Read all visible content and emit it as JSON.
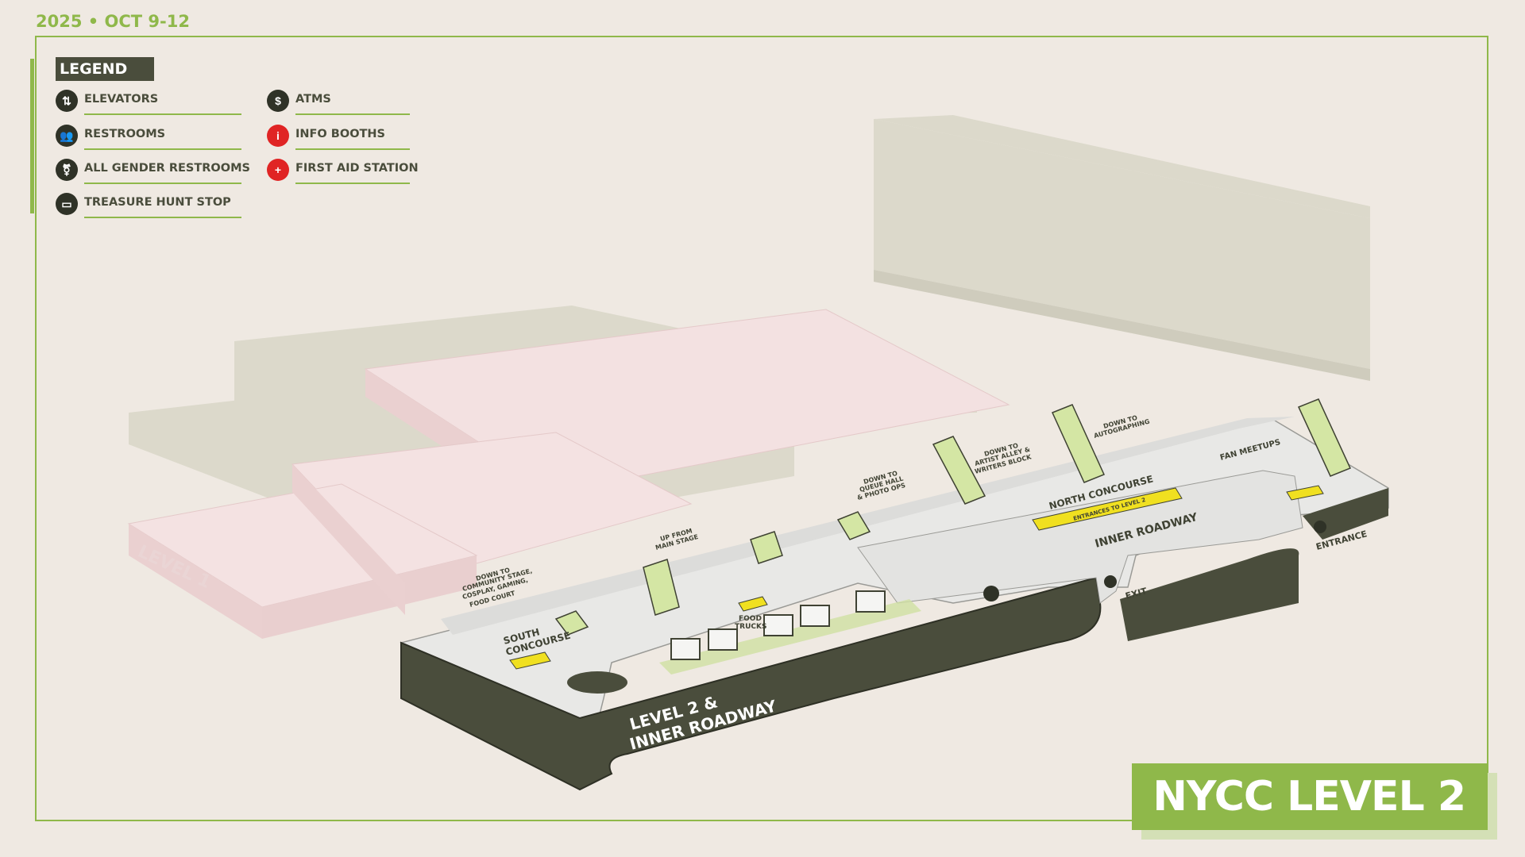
{
  "header": {
    "date": "2025 • OCT 9-12"
  },
  "legend": {
    "title": "LEGEND",
    "items": [
      {
        "label": "ELEVATORS",
        "icon": "elevator-icon",
        "color": "#2f3227"
      },
      {
        "label": "RESTROOMS",
        "icon": "restroom-icon",
        "color": "#2f3227"
      },
      {
        "label": "ALL GENDER RESTROOMS",
        "icon": "all-gender-restroom-icon",
        "color": "#2f3227"
      },
      {
        "label": "TREASURE HUNT STOP",
        "icon": "treasure-hunt-icon",
        "color": "#2f3227"
      },
      {
        "label": "ATMS",
        "icon": "atm-icon",
        "color": "#2f3227"
      },
      {
        "label": "INFO BOOTHS",
        "icon": "info-icon",
        "color": "#e02424"
      },
      {
        "label": "FIRST AID STATION",
        "icon": "first-aid-icon",
        "color": "#e02424"
      }
    ]
  },
  "map": {
    "level1_label": "LEVEL 1",
    "level2_label_line1": "LEVEL 2 &",
    "level2_label_line2": "INNER ROADWAY",
    "south_concourse_line1": "SOUTH",
    "south_concourse_line2": "CONCOURSE",
    "north_concourse": "NORTH CONCOURSE",
    "entrances_to_level2": "ENTRANCES TO LEVEL 2",
    "inner_roadway": "INNER ROADWAY",
    "entrance": "ENTRANCE",
    "exit": "EXIT",
    "fan_meetups": "FAN MEETUPS",
    "food_trucks_line1": "FOOD",
    "food_trucks_line2": "TRUCKS",
    "down_community": [
      "DOWN TO",
      "COMMUNITY STAGE,",
      "COSPLAY, GAMING,",
      "FOOD COURT"
    ],
    "up_main_stage": [
      "UP FROM",
      "MAIN STAGE"
    ],
    "down_queue_hall": [
      "DOWN TO",
      "QUEUE HALL",
      "& PHOTO OPS"
    ],
    "down_artist_alley": [
      "DOWN TO",
      "ARTIST ALLEY &",
      "WRITERS BLOCK"
    ],
    "down_autographing": [
      "DOWN TO",
      "AUTOGRAPHING"
    ]
  },
  "title": "NYCC LEVEL 2",
  "colors": {
    "accent": "#8fb84a",
    "dark": "#4a4d3c",
    "floor": "#e6e6e4",
    "level1": "#f1dcdd",
    "highlight": "#f0e020",
    "background": "#efe9e2"
  }
}
